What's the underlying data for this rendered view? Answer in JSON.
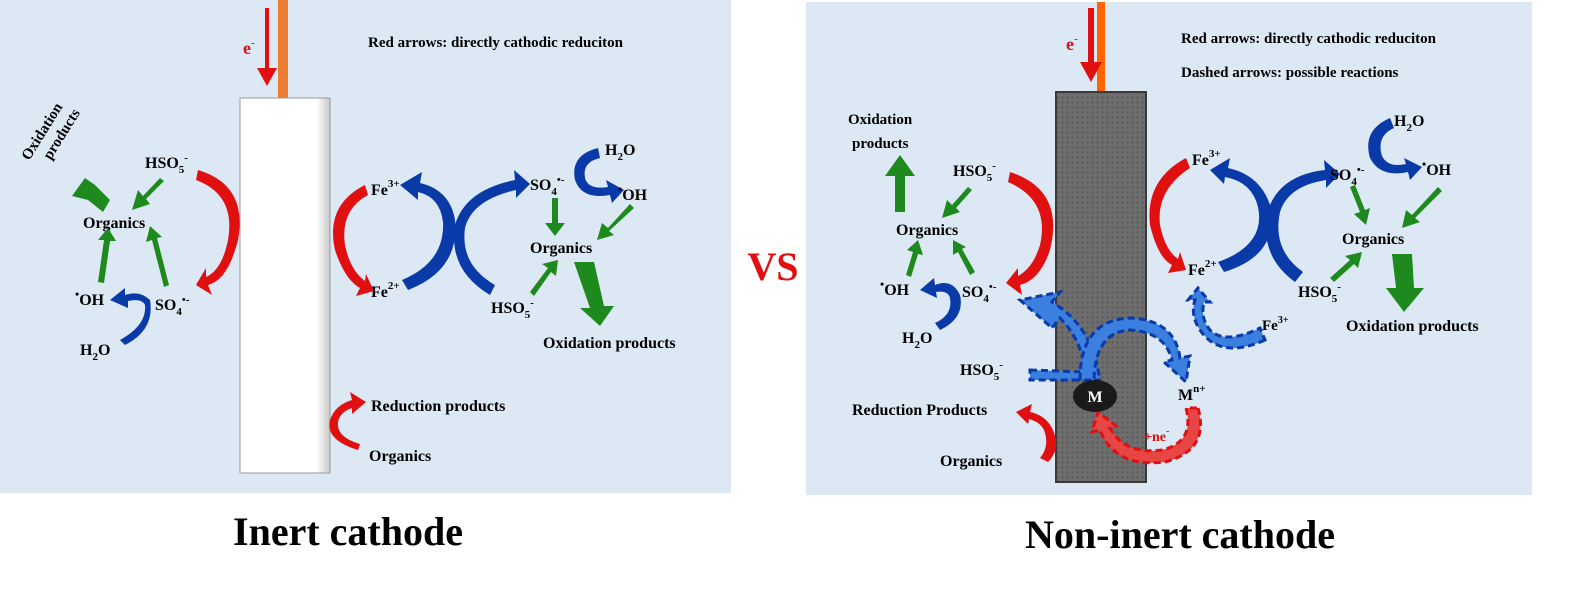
{
  "separator": "VS",
  "colors": {
    "panel_bg": "#dde8f5",
    "red_arrow": "#e01010",
    "blue_arrow": "#0a3aa8",
    "dashed_blue": "#3b7fe0",
    "green_arrow": "#1e8a1e",
    "wire": "#ed7d31",
    "electrode_inert": "#ffffff",
    "electrode_noninert": "#6a6a6a"
  },
  "left": {
    "caption": "Inert cathode",
    "electron": "e",
    "electron_sup": "-",
    "legend": "Red arrows: directly cathodic reduciton",
    "oxidation_products_line1": "Oxidation",
    "oxidation_products_line2": "products",
    "hso5": "HSO",
    "hso5_sub": "5",
    "hso5_sup": "-",
    "organics": "Organics",
    "oh": "OH",
    "oh_dot": "•",
    "so4": "SO",
    "so4_sub": "4",
    "so4_sup": "•-",
    "h2o": "H",
    "h2o_sub": "2",
    "h2o_o": "O",
    "fe3": "Fe",
    "fe3_sup": "3+",
    "fe2": "Fe",
    "fe2_sup": "2+",
    "right_so4": "SO",
    "right_so4_sub": "4",
    "right_so4_sup": "•-",
    "right_h2o": "H",
    "right_h2o_sub": "2",
    "right_h2o_o": "O",
    "right_oh": "OH",
    "right_oh_dot": "•",
    "right_organics": "Organics",
    "right_hso5": "HSO",
    "right_hso5_sub": "5",
    "right_hso5_sup": "-",
    "right_oxidation": "Oxidation products",
    "reduction_products": "Reduction products",
    "reduction_organics": "Organics"
  },
  "right": {
    "caption": "Non-inert cathode",
    "electron": "e",
    "electron_sup": "-",
    "legend1": "Red arrows: directly cathodic reduciton",
    "legend2": "Dashed arrows: possible reactions",
    "oxidation_products_line1": "Oxidation",
    "oxidation_products_line2": "products",
    "hso5": "HSO",
    "hso5_sub": "5",
    "hso5_sup": "-",
    "organics": "Organics",
    "oh": "OH",
    "oh_dot": "•",
    "so4": "SO",
    "so4_sub": "4",
    "so4_sup": "•-",
    "h2o": "H",
    "h2o_sub": "2",
    "h2o_o": "O",
    "hso5_lower": "HSO",
    "hso5_lower_sub": "5",
    "hso5_lower_sup": "-",
    "reduction_products": "Reduction Products",
    "reduction_organics": "Organics",
    "metal": "M",
    "metal_ion": "M",
    "metal_ion_sup": "n+",
    "plus_ne": "+ne",
    "plus_ne_sup": "-",
    "fe3_dashed": "Fe",
    "fe3_dashed_sup": "3+",
    "fe3": "Fe",
    "fe3_sup": "3+",
    "fe2": "Fe",
    "fe2_sup": "2+",
    "right_so4": "SO",
    "right_so4_sub": "4",
    "right_so4_sup": "•-",
    "right_h2o": "H",
    "right_h2o_sub": "2",
    "right_h2o_o": "O",
    "right_oh": "OH",
    "right_oh_dot": "•",
    "right_organics": "Organics",
    "right_hso5": "HSO",
    "right_hso5_sub": "5",
    "right_hso5_sup": "-",
    "right_oxidation": "Oxidation products"
  }
}
